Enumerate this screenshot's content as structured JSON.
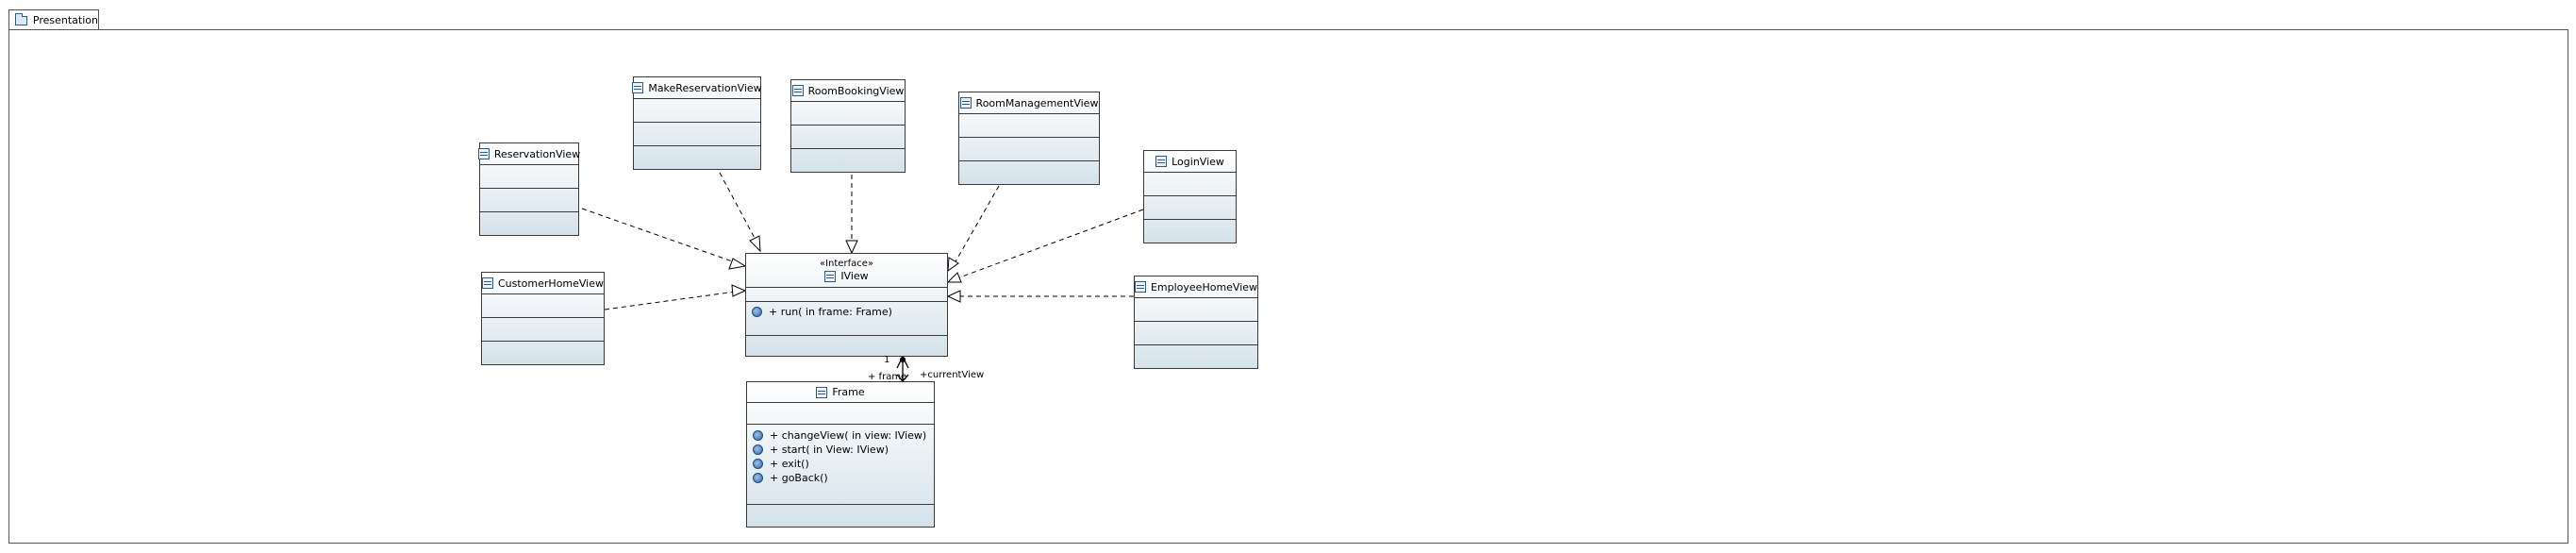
{
  "package": {
    "name": "Presentation",
    "icon": "folder-icon"
  },
  "interface": {
    "stereotype": "«Interface»",
    "name": "IView",
    "operations": [
      "+ run(  in frame: Frame)"
    ]
  },
  "frame_class": {
    "name": "Frame",
    "operations": [
      "+ changeView(  in view: IView)",
      "+ start(  in View: IView)",
      "+ exit()",
      "+ goBack()"
    ]
  },
  "views": [
    {
      "name": "ReservationView"
    },
    {
      "name": "MakeReservationView"
    },
    {
      "name": "RoomBookingView"
    },
    {
      "name": "RoomManagementView"
    },
    {
      "name": "LoginView"
    },
    {
      "name": "CustomerHomeView"
    },
    {
      "name": "EmployeeHomeView"
    }
  ],
  "association": {
    "multiplicity": "1",
    "frame_role": "+ frame",
    "view_role": "+currentView"
  }
}
